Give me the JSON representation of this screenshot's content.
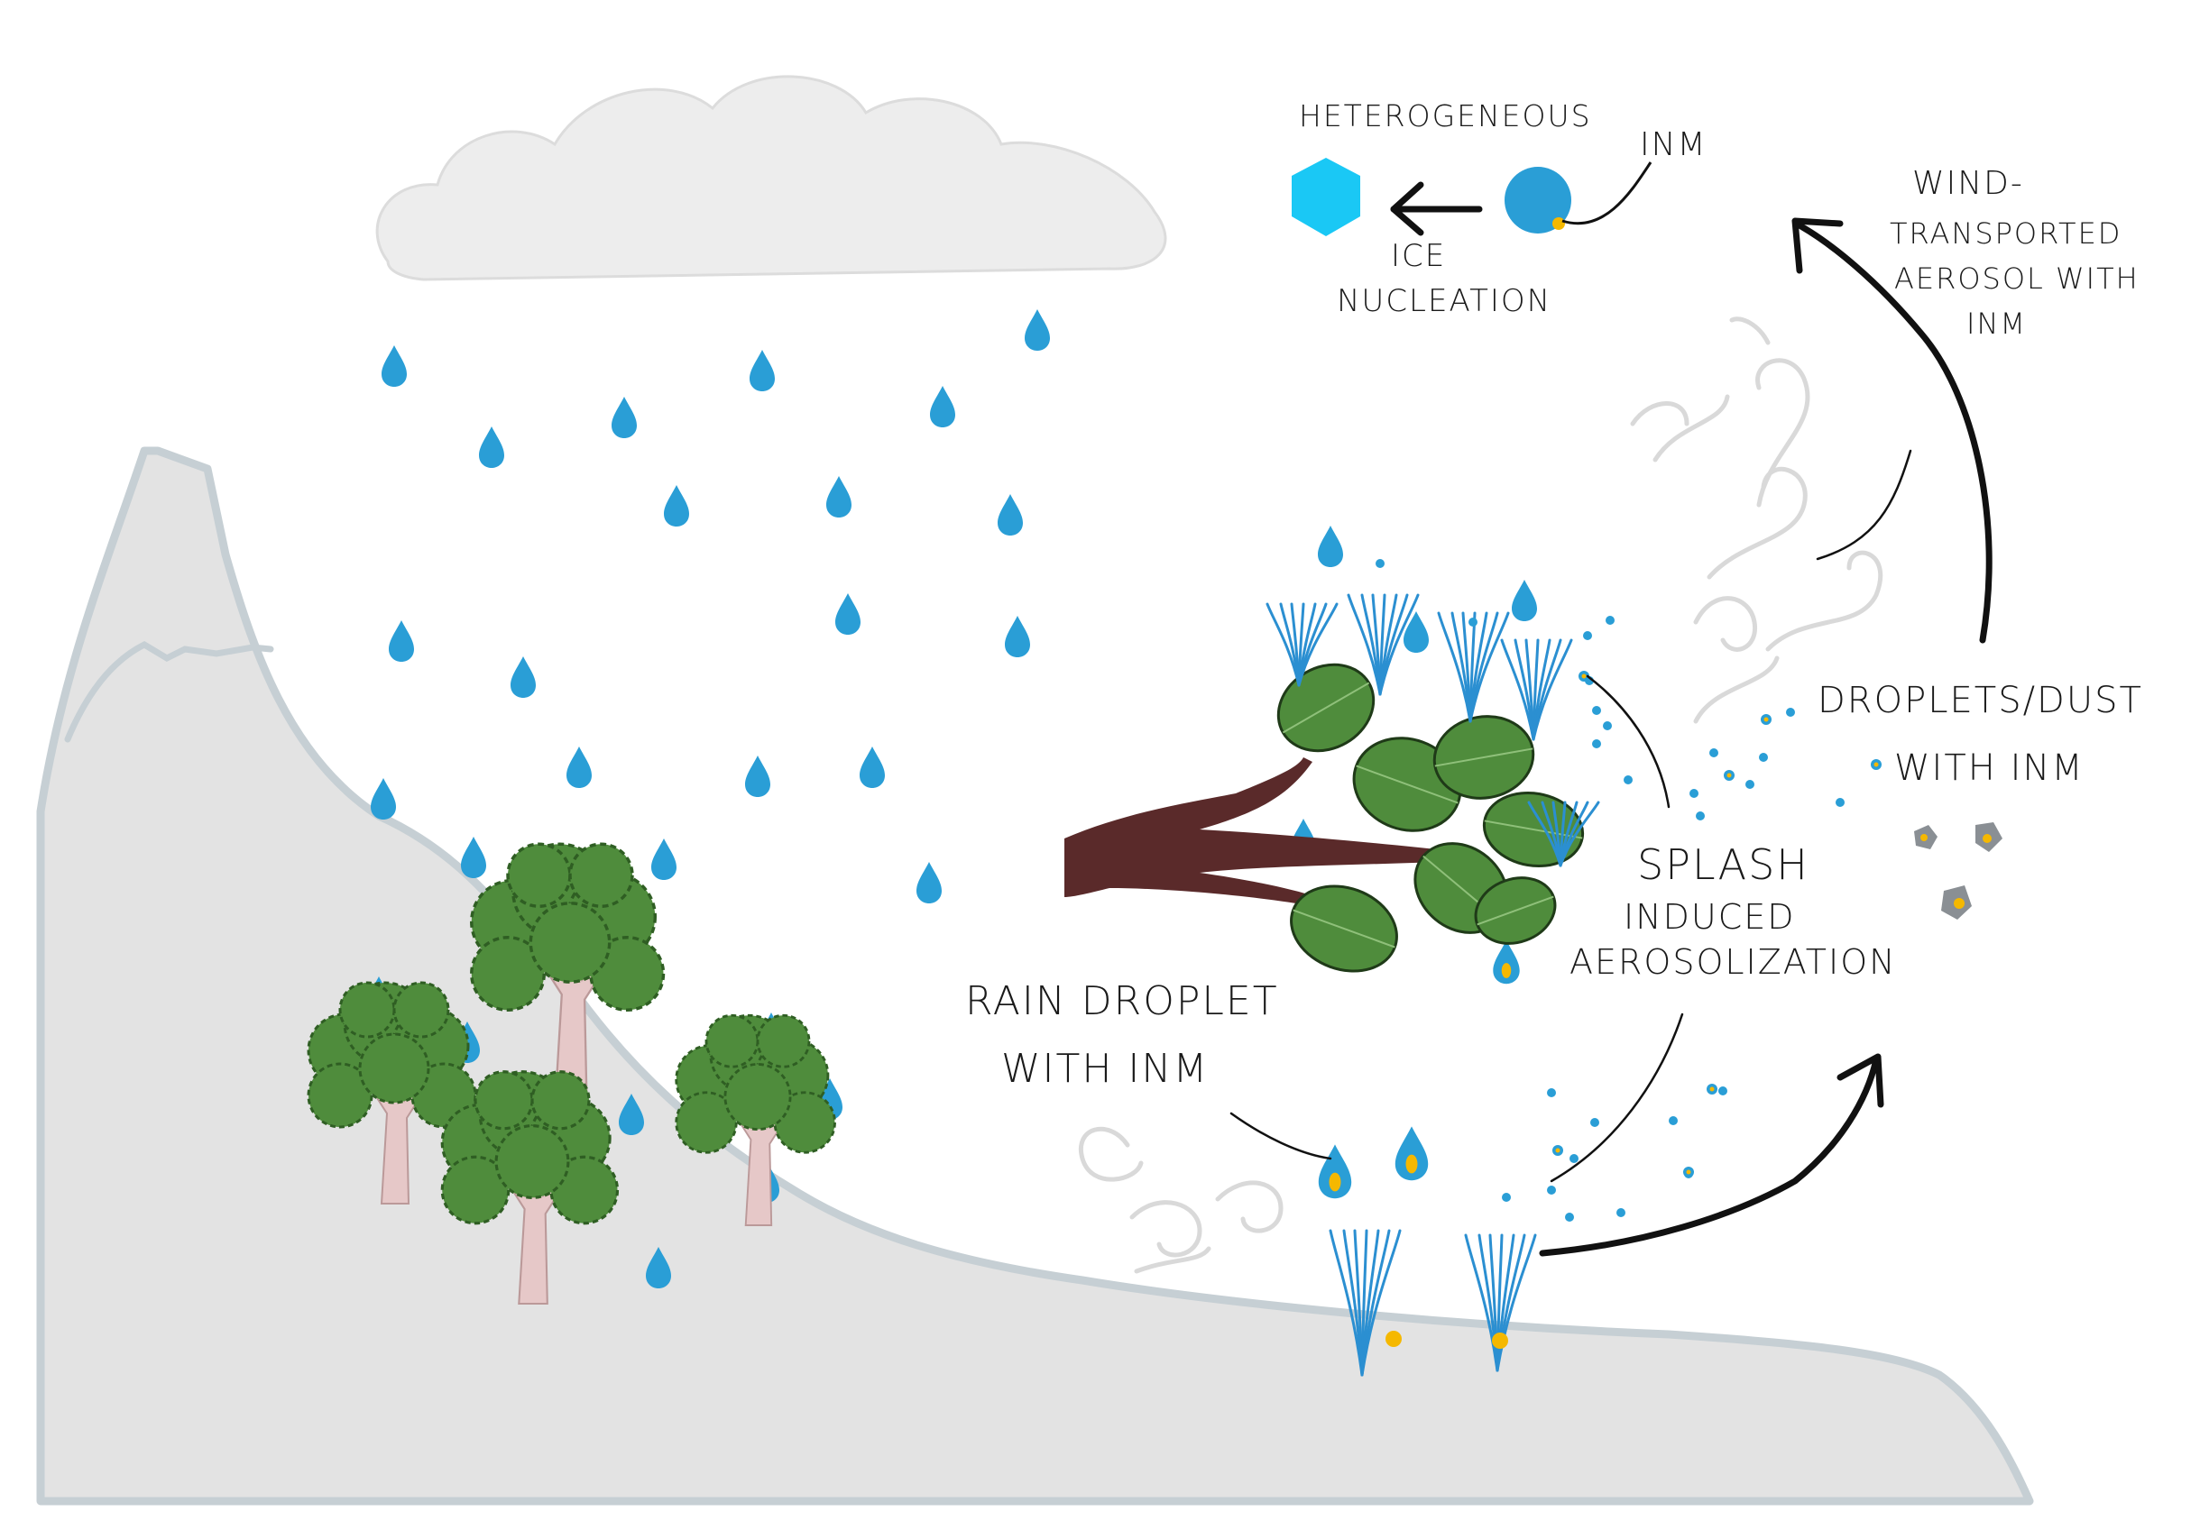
{
  "labels": {
    "heterogeneous": "HETEROGENEOUS",
    "ice": "ICE",
    "nucleation": "NUCLEATION",
    "inm_top": "INM",
    "wind_1": "WIND-",
    "wind_2": "TRANSPORTED",
    "wind_3": "AEROSOL WITH",
    "wind_4": "INM",
    "droplets_1": "DROPLETS/DUST",
    "droplets_2": "WITH INM",
    "splash_1": "SPLASH",
    "splash_2": "INDUCED",
    "splash_3": "AEROSOLIZATION",
    "rain_1": "RAIN DROPLET",
    "rain_2": "WITH INM"
  },
  "colors": {
    "raindrop": "#2a9ed6",
    "ice_crystal": "#1ac8f5",
    "inm_particle": "#f5b800",
    "cloud": "#ededed",
    "mountain": "#e3e3e3",
    "mountain_edge": "#c6cfd4",
    "leaf": "#4f8c3c",
    "branch": "#5a2a2a",
    "grass": "#2b8fd1",
    "trunk": "#e6c8c8",
    "arrow": "#111111",
    "dust": "#8a8f94"
  },
  "icons": [
    "cloud-icon",
    "ice-crystal-icon",
    "inm-particle-icon",
    "raindrop-icon",
    "tree-icon",
    "branch-icon",
    "grass-icon",
    "dust-icon",
    "wind-swirl-icon",
    "arrow-icon"
  ]
}
